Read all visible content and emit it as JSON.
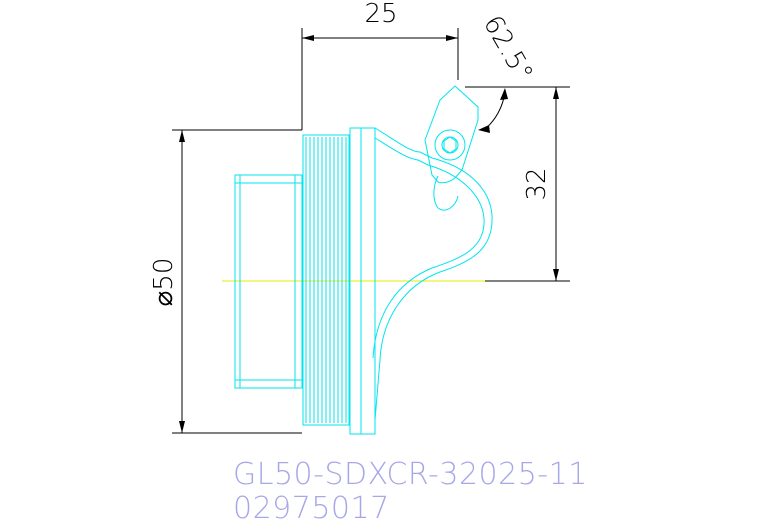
{
  "colors": {
    "background": "#ffffff",
    "dimension": "#000000",
    "part_outline": "#00e5ee",
    "centerline": "#e8e800",
    "label_text": "#a7a7e8"
  },
  "dimensions": {
    "width": "25",
    "angle": "62.5°",
    "height": "32",
    "diameter": "⌀50"
  },
  "labels": {
    "part_number": "GL50-SDXCR-32025-11",
    "code": "02975017"
  }
}
